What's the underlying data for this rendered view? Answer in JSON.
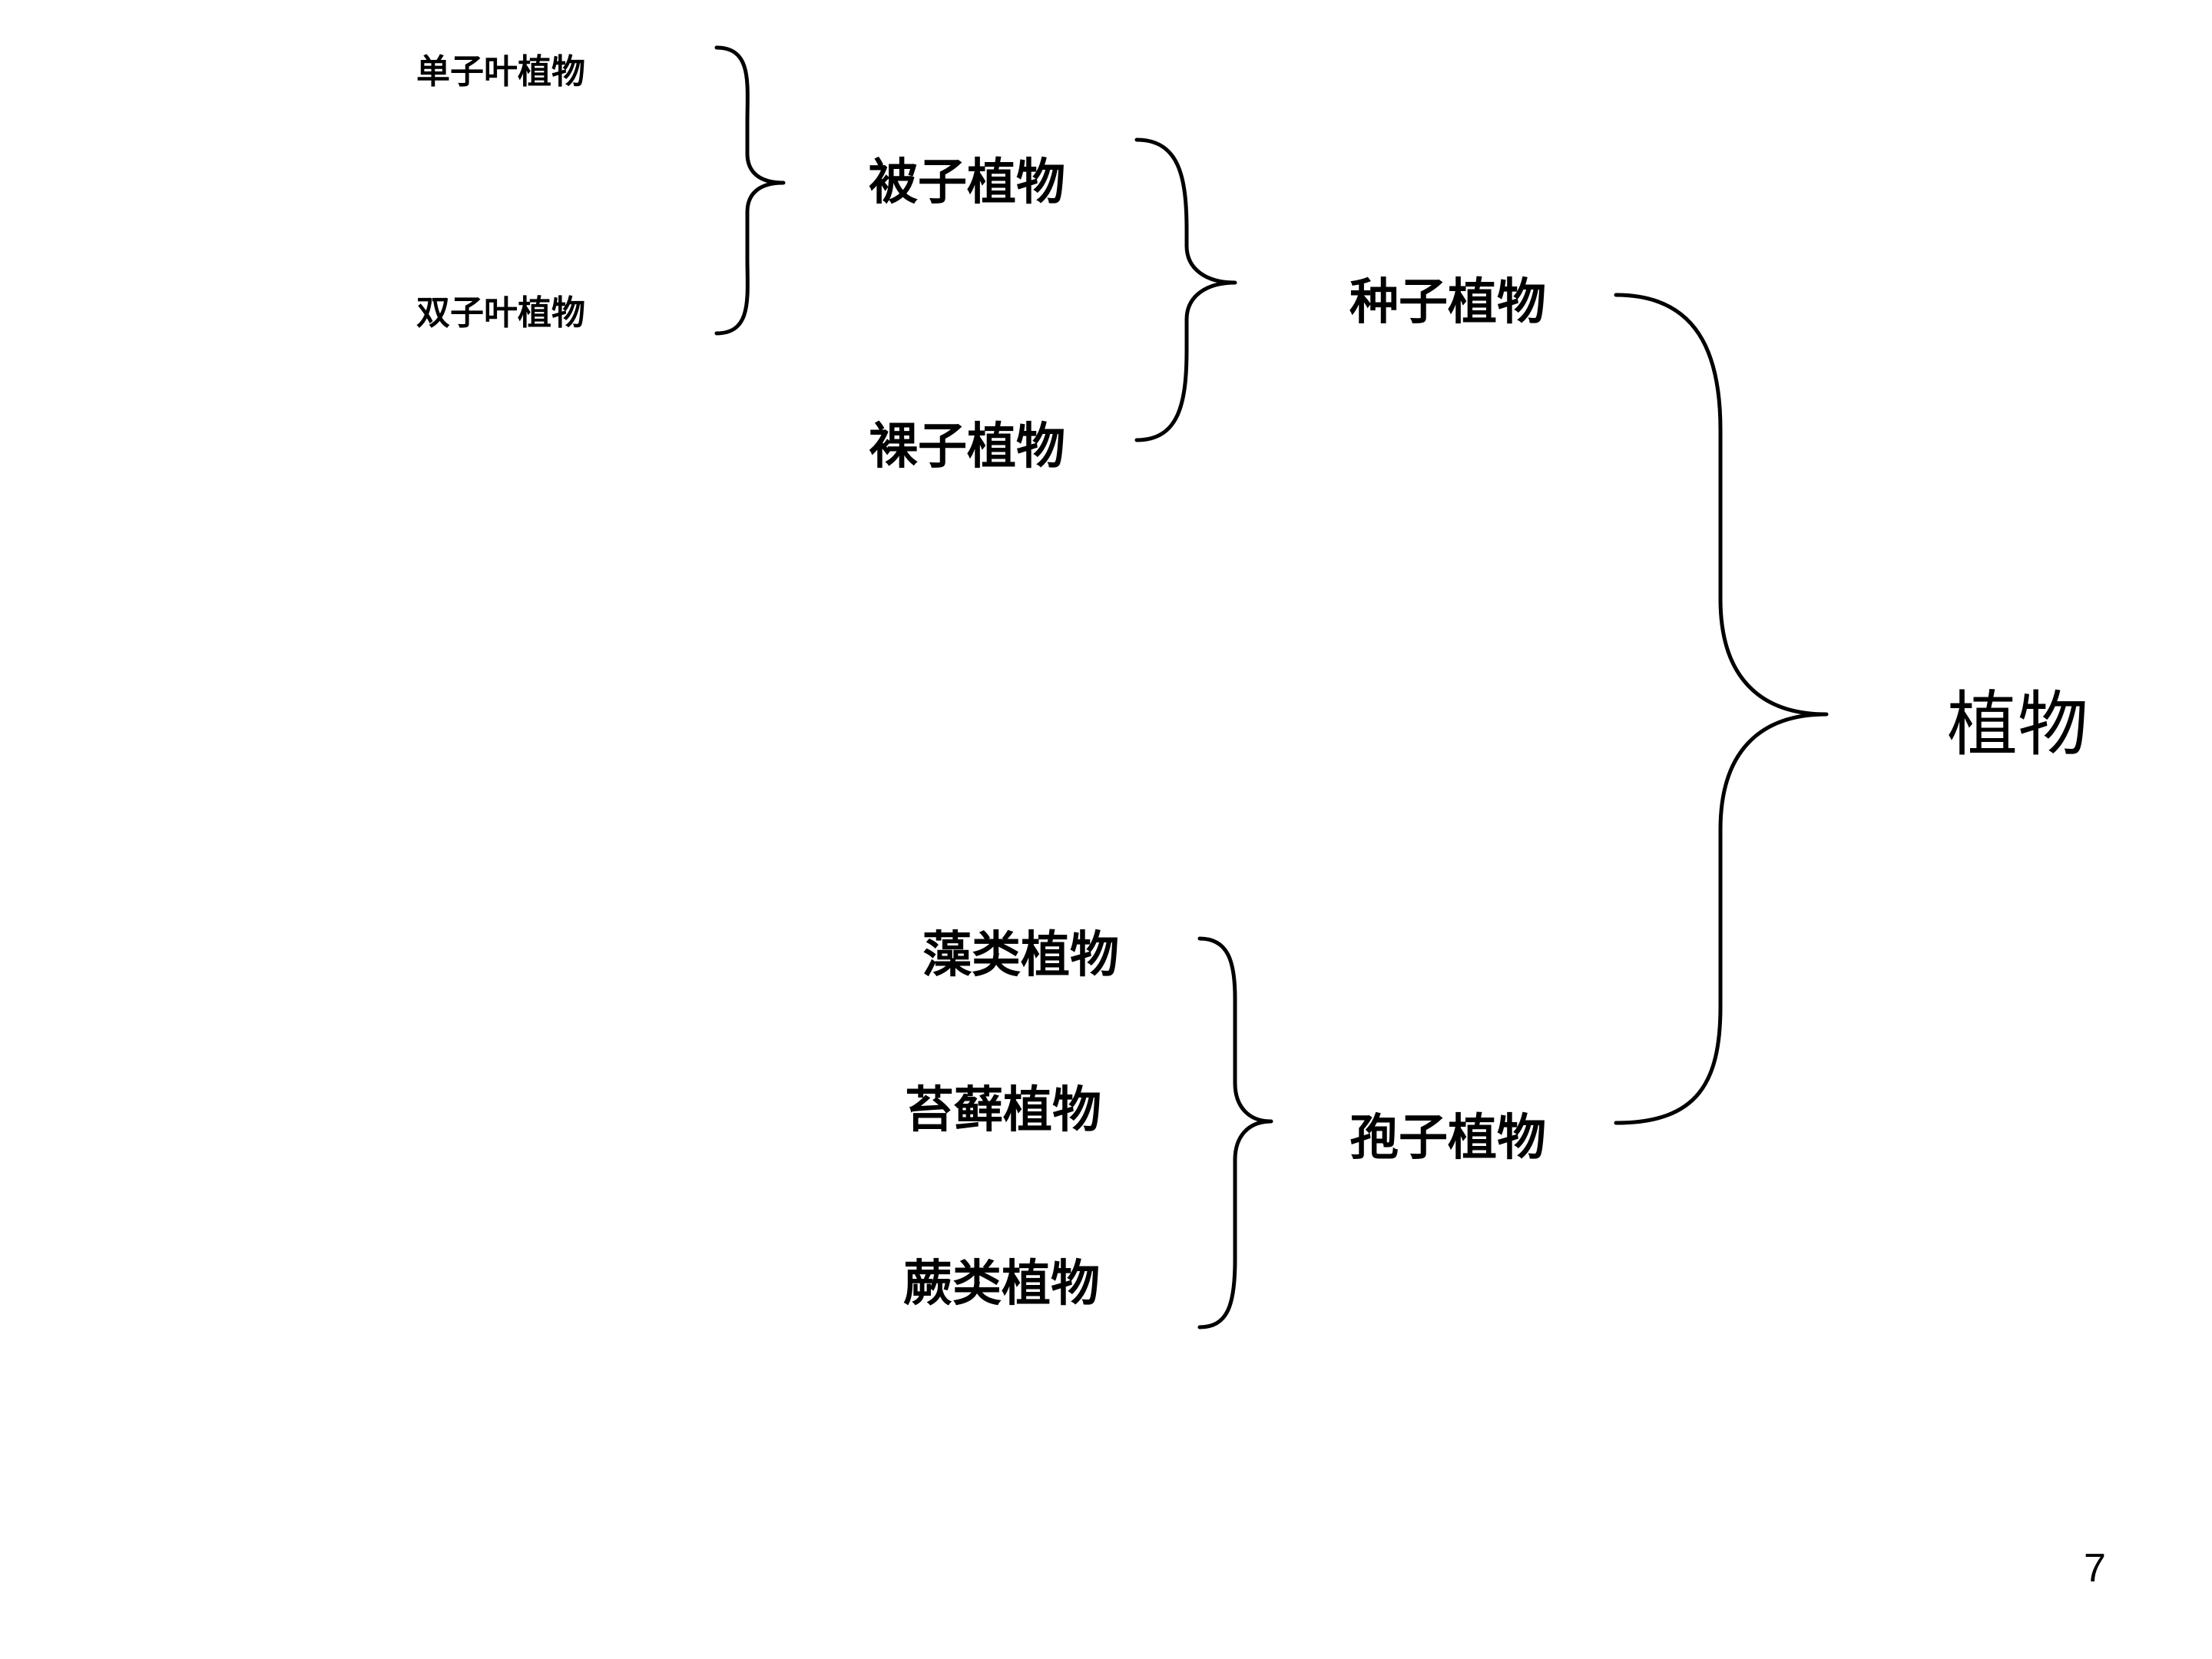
{
  "diagram": {
    "level3": {
      "monocot": "单子叶植物",
      "dicot": "双子叶植物"
    },
    "level2": {
      "angiosperm": "被子植物",
      "gymnosperm": "裸子植物",
      "algae": "藻类植物",
      "bryophyte": "苔藓植物",
      "fern": "蕨类植物"
    },
    "level1": {
      "seed_plants": "种子植物",
      "spore_plants": "孢子植物"
    },
    "root": "植物"
  },
  "page_number": "7"
}
